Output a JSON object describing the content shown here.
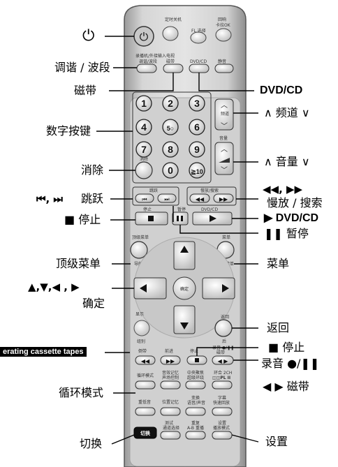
{
  "labels": {
    "power": "⏻",
    "tuning_band": "调谐 / 波段",
    "tape": "磁带",
    "dvd_cd": "DVD/CD",
    "channel": "∧ 频道 ∨",
    "numeric_keys": "数字按键",
    "volume": "∧ 音量 ∨",
    "clear": "消除",
    "skip_symbol": "⏮, ⏭",
    "skip_text": "跳跃",
    "slow_search_symbol": "◀◀, ▶▶",
    "slow_search_text": "慢放 / 搜索",
    "stop_left": "■ 停止",
    "play_dvd": "▶ DVD/CD",
    "pause": "❚❚  暂停",
    "top_menu": "顶级菜单",
    "menu": "菜单",
    "arrows": "▲,▼,◀ , ▶",
    "enter": "确定",
    "return": "返回",
    "cassette_tag": "erating cassette tapes",
    "stop_tape": "■ 停止",
    "record_pause": "录音 ●/❚❚",
    "tape_dir": "◀ ▶ 磁带",
    "repeat_mode": "循环模式",
    "switch": "切换",
    "setup": "设置"
  },
  "remote": {
    "small": {
      "timer": "定时关机",
      "fl": "FL 选择",
      "karaoke": "回响\n卡拉OK",
      "input_sel": "录播机/外接输入\n调谐/波段",
      "tape_btn": "电视\n磁带",
      "dvdcd_btn": "DVD/CD",
      "mute": "静音",
      "ch_label": "频道",
      "vol_label": "音量",
      "cancel": "消除",
      "skip": "跳跃",
      "slow": "慢放/搜索",
      "stop": "停止",
      "pause": "暂停",
      "play": "DVD/CD",
      "top_menu": "顶级菜单",
      "nav": "导航",
      "menu": "菜单",
      "playlist": "播放清单",
      "enter": "确定",
      "display": "显示",
      "group": "组别",
      "return": "返回",
      "back": "后",
      "rew": "倒带",
      "ff": "前进",
      "tstop": "停止",
      "rec": "录音 ●/❚❚",
      "tape2": "磁带",
      "repeat": "循环模式",
      "sound_mem": "音效记忆\n声场控制",
      "center": "中央聚焦\n超级环绕",
      "plii": "环合 2CH\n⊡⊡PL II",
      "heavy": "重低音",
      "pos_mem": "位置记忆",
      "subtitle": "变换\n语音/声音",
      "subtitles": "字幕\n快速回放",
      "switch_btn": "切换",
      "test": "测试\n通道选择",
      "ab": "重复\nA-B 重播",
      "setup_btn": "设置\n播放模式"
    },
    "digits": [
      "1",
      "2",
      "3",
      "4",
      "5○",
      "6",
      "7",
      "8",
      "9",
      "0",
      "≧10"
    ]
  }
}
